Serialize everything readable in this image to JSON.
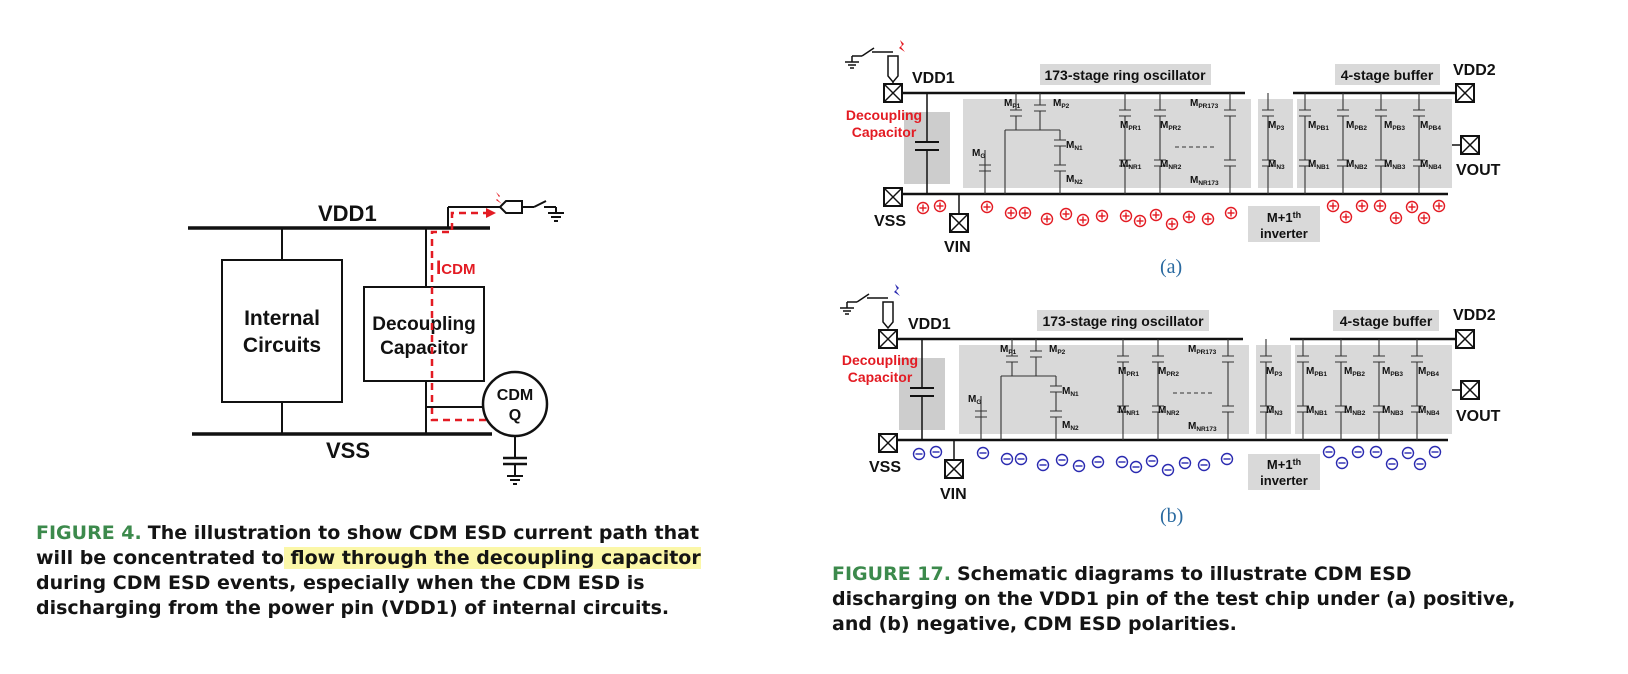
{
  "fig4": {
    "vdd": "VDD1",
    "vss": "VSS",
    "internal_l1": "Internal",
    "internal_l2": "Circuits",
    "decap_l1": "Decoupling",
    "decap_l2": "Capacitor",
    "icdm": "I",
    "icdm_sub": "CDM",
    "cdm_l1": "CDM",
    "cdm_l2": "Q",
    "caption_num": "FIGURE 4.",
    "cap_a": "The ",
    "cap_b": "illustration to show CDM ESD current path that will be concentrated to",
    "cap_c": " flow through the decoupling capacitor ",
    "cap_d": "during CDM ESD events, especially when the CDM ESD is discharging from the power pin (VDD1) of internal circuits."
  },
  "fig17": {
    "vdd1": "VDD1",
    "vdd2": "VDD2",
    "vss": "VSS",
    "vin": "VIN",
    "vout": "VOUT",
    "decap_l1": "Decoupling",
    "decap_l2": "Capacitor",
    "ring": "173-stage ring oscillator",
    "buffer": "4-stage buffer",
    "inverter_l1": "M+1",
    "inverter_sup": "th",
    "inverter_l2": "inverter",
    "transistors": [
      "MP1",
      "MP2",
      "MN1",
      "MN2",
      "MG",
      "MPR1",
      "MPR2",
      "MPR173",
      "MNR1",
      "MNR2",
      "MNR173",
      "MP3",
      "MN3",
      "MPB1",
      "MPB2",
      "MPB3",
      "MPB4",
      "MNB1",
      "MNB2",
      "MNB3",
      "MNB4"
    ],
    "sub_a": "(a)",
    "sub_b": "(b)",
    "caption_num": "FIGURE 17.",
    "caption_text": "Schematic diagrams to illustrate CDM ESD discharging on the VDD1 pin of the test chip under (a) positive, and (b) negative, CDM ESD polarities."
  },
  "colors": {
    "accent_red": "#e31b23",
    "accent_blue": "#2a2ab0",
    "caption_green": "#3c8a4c",
    "highlight": "#fbf7a8"
  }
}
